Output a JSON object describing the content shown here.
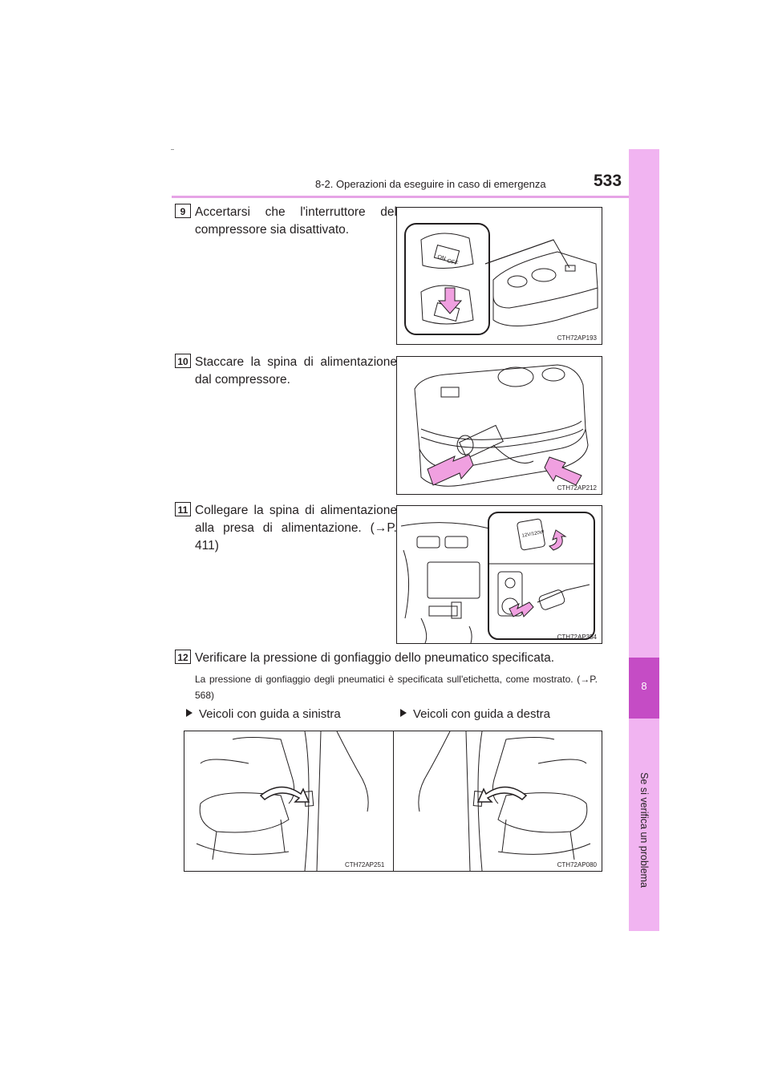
{
  "header": {
    "section": "8-2. Operazioni da eseguire in caso di emergenza",
    "page_number": "533"
  },
  "side_tab": {
    "chapter_number": "8",
    "chapter_title": "Se si verifica un problema"
  },
  "steps": [
    {
      "number": "9",
      "text": "Accertarsi che l'interruttore del compressore sia disattivato.",
      "figure_code": "CTH72AP193",
      "figure_labels": {
        "on": "ON",
        "off": "OFF"
      }
    },
    {
      "number": "10",
      "text": "Staccare la spina di alimentazione dal compressore.",
      "figure_code": "CTH72AP212"
    },
    {
      "number": "11",
      "text": "Collegare la spina di alimentazione alla presa di alimentazione. (→P. 411)",
      "figure_code": "CTH72AP354",
      "figure_labels": {
        "cap": "12V/120W"
      }
    },
    {
      "number": "12",
      "text": "Verificare la pressione di gonfiaggio dello pneumatico specificata."
    }
  ],
  "note": "La pressione di gonfiaggio degli pneumatici è specificata sull'etichetta, come mostrato. (→P. 568)",
  "variants": [
    {
      "label": "Veicoli con guida a sinistra",
      "figure_code": "CTH72AP251"
    },
    {
      "label": "Veicoli con guida a destra",
      "figure_code": "CTH72AP080"
    }
  ],
  "colors": {
    "accent": "#e6a4e6",
    "tab_light": "#f1b4f1",
    "tab_dark": "#c54cc5",
    "arrow_pink": "#f0a0e0"
  }
}
